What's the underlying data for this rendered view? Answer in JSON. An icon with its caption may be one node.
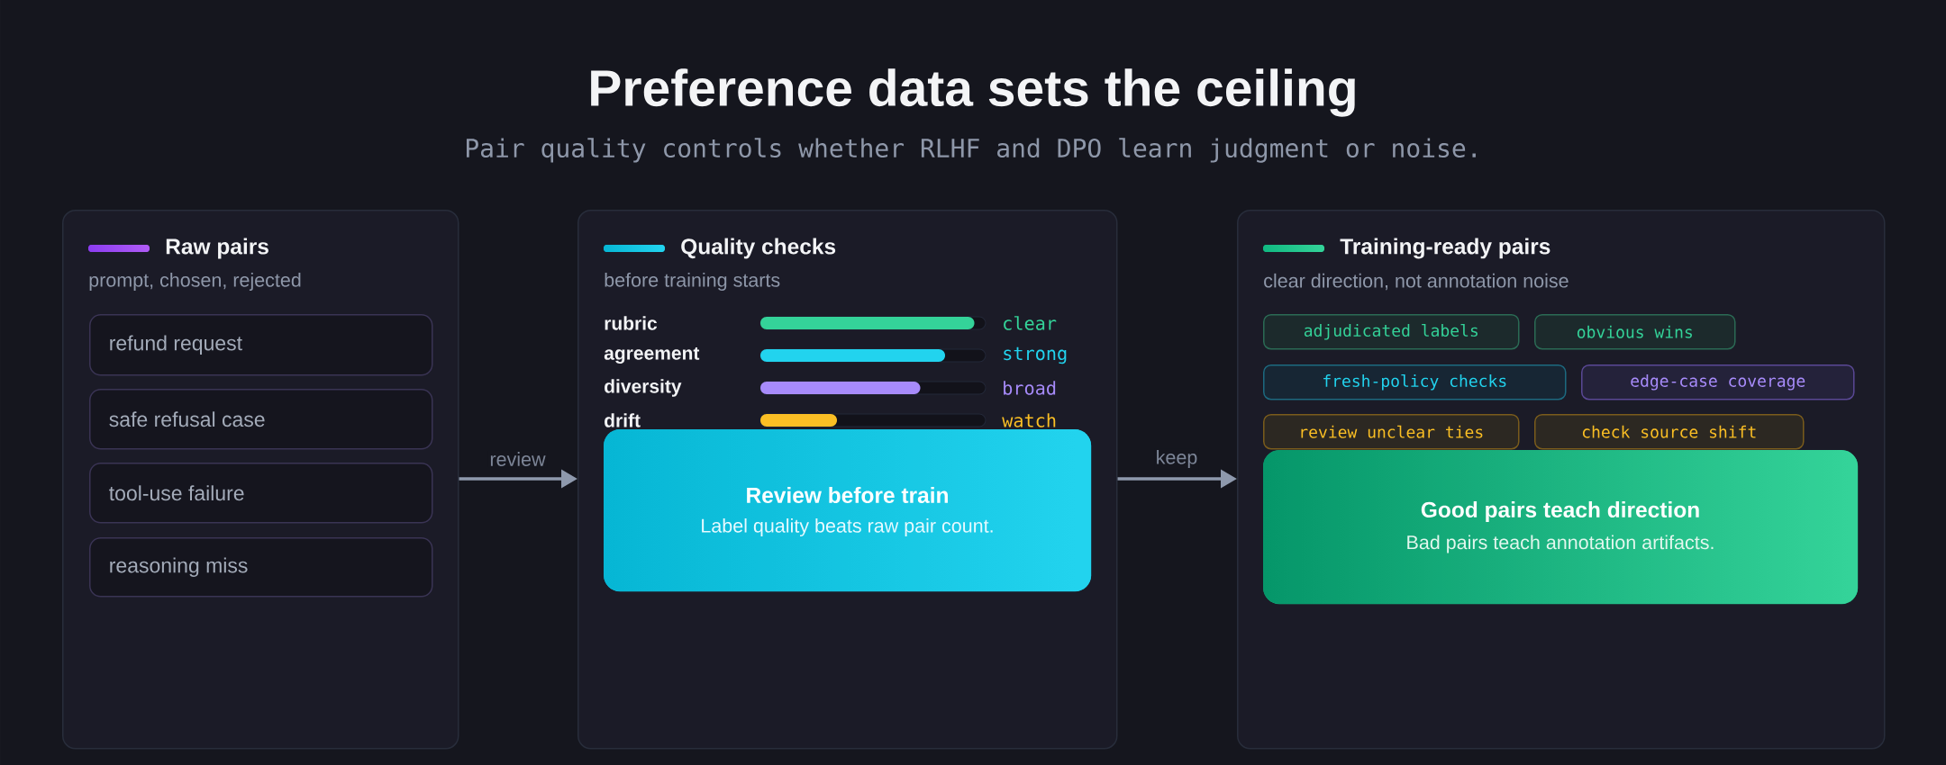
{
  "diagram": {
    "title": "Preference data sets the ceiling",
    "nodes": [
      {
        "text": [
          "Raw pairs",
          "prompt, chosen, rejected"
        ]
      },
      {
        "text": [
          "refund request"
        ],
        "in": 0
      },
      {
        "text": [
          "safe refusal case"
        ],
        "in": 0
      },
      {
        "text": [
          "tool-use failure"
        ],
        "in": 0
      },
      {
        "text": [
          "reasoning miss"
        ],
        "in": 0
      },
      {
        "text": [
          "Quality checks",
          "before training starts"
        ]
      },
      {
        "text": [
          "Review before train",
          "Label quality beats raw pair count."
        ],
        "in": 5
      },
      {
        "text": [
          "Training-ready pairs",
          "clear direction, not annotation noise"
        ]
      },
      {
        "text": [
          "adjudicated labels"
        ],
        "in": 7
      },
      {
        "text": [
          "obvious wins"
        ],
        "in": 7
      },
      {
        "text": [
          "fresh-policy checks"
        ],
        "in": 7
      },
      {
        "text": [
          "edge-case coverage"
        ],
        "in": 7
      },
      {
        "text": [
          "review unclear ties"
        ],
        "in": 7
      },
      {
        "text": [
          "check source shift"
        ],
        "in": 7
      },
      {
        "text": [
          "Good pairs teach direction",
          "Bad pairs teach annotation artifacts."
        ],
        "in": 7
      }
    ],
    "edges": [
      {
        "from": 0,
        "to": 5,
        "arrow": "to",
        "label": "review"
      },
      {
        "from": 5,
        "to": 7,
        "arrow": "to",
        "label": "keep"
      }
    ],
    "labels": [
      "Pair quality controls whether RLHF and DPO learn judgment or noise.",
      "rubric",
      "clear",
      "agreement",
      "strong",
      "diversity",
      "broad",
      "drift",
      "watch"
    ]
  }
}
